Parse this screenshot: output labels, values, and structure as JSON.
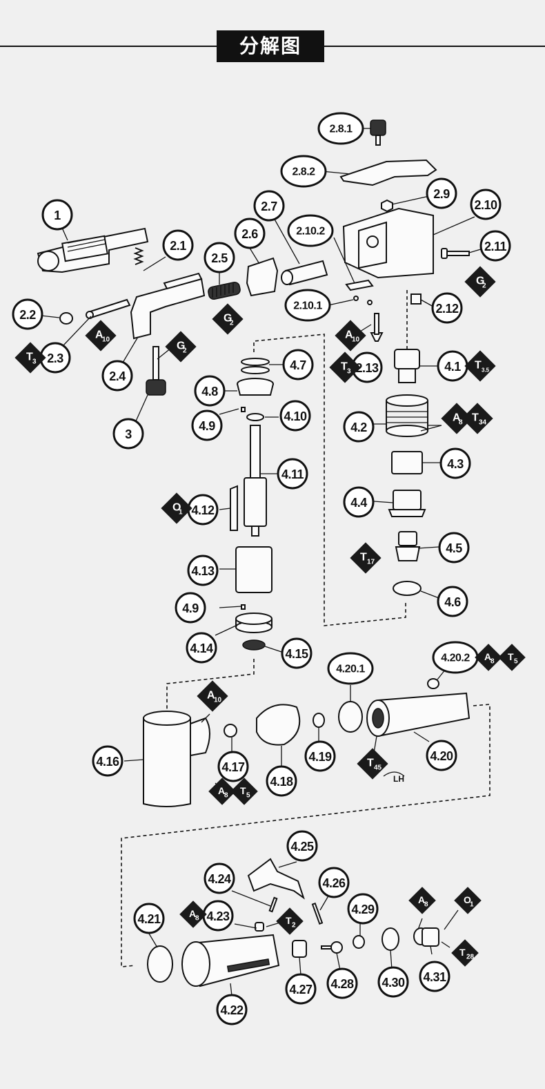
{
  "title": "分解图",
  "callouts": [
    {
      "id": "c-1",
      "label": "1"
    },
    {
      "id": "c-2_1",
      "label": "2.1"
    },
    {
      "id": "c-2_2",
      "label": "2.2"
    },
    {
      "id": "c-2_3",
      "label": "2.3"
    },
    {
      "id": "c-2_4",
      "label": "2.4"
    },
    {
      "id": "c-2_5",
      "label": "2.5"
    },
    {
      "id": "c-2_6",
      "label": "2.6"
    },
    {
      "id": "c-2_7",
      "label": "2.7"
    },
    {
      "id": "c-2_8_1",
      "label": "2.8.1"
    },
    {
      "id": "c-2_8_2",
      "label": "2.8.2"
    },
    {
      "id": "c-2_9",
      "label": "2.9"
    },
    {
      "id": "c-2_10",
      "label": "2.10"
    },
    {
      "id": "c-2_10_1",
      "label": "2.10.1"
    },
    {
      "id": "c-2_10_2",
      "label": "2.10.2"
    },
    {
      "id": "c-2_11",
      "label": "2.11"
    },
    {
      "id": "c-2_12",
      "label": "2.12"
    },
    {
      "id": "c-2_13",
      "label": "2.13"
    },
    {
      "id": "c-3",
      "label": "3"
    },
    {
      "id": "c-4_1",
      "label": "4.1"
    },
    {
      "id": "c-4_2",
      "label": "4.2"
    },
    {
      "id": "c-4_3",
      "label": "4.3"
    },
    {
      "id": "c-4_4",
      "label": "4.4"
    },
    {
      "id": "c-4_5",
      "label": "4.5"
    },
    {
      "id": "c-4_6",
      "label": "4.6"
    },
    {
      "id": "c-4_7",
      "label": "4.7"
    },
    {
      "id": "c-4_8",
      "label": "4.8"
    },
    {
      "id": "c-4_9a",
      "label": "4.9"
    },
    {
      "id": "c-4_9b",
      "label": "4.9"
    },
    {
      "id": "c-4_10",
      "label": "4.10"
    },
    {
      "id": "c-4_11",
      "label": "4.11"
    },
    {
      "id": "c-4_12",
      "label": "4.12"
    },
    {
      "id": "c-4_13",
      "label": "4.13"
    },
    {
      "id": "c-4_14",
      "label": "4.14"
    },
    {
      "id": "c-4_15",
      "label": "4.15"
    },
    {
      "id": "c-4_16",
      "label": "4.16"
    },
    {
      "id": "c-4_17",
      "label": "4.17"
    },
    {
      "id": "c-4_18",
      "label": "4.18"
    },
    {
      "id": "c-4_19",
      "label": "4.19"
    },
    {
      "id": "c-4_20",
      "label": "4.20"
    },
    {
      "id": "c-4_20_1",
      "label": "4.20.1"
    },
    {
      "id": "c-4_20_2",
      "label": "4.20.2"
    },
    {
      "id": "c-4_21",
      "label": "4.21"
    },
    {
      "id": "c-4_22",
      "label": "4.22"
    },
    {
      "id": "c-4_23",
      "label": "4.23"
    },
    {
      "id": "c-4_24",
      "label": "4.24"
    },
    {
      "id": "c-4_25",
      "label": "4.25"
    },
    {
      "id": "c-4_26",
      "label": "4.26"
    },
    {
      "id": "c-4_27",
      "label": "4.27"
    },
    {
      "id": "c-4_28",
      "label": "4.28"
    },
    {
      "id": "c-4_29",
      "label": "4.29"
    },
    {
      "id": "c-4_30",
      "label": "4.30"
    },
    {
      "id": "c-4_31",
      "label": "4.31"
    }
  ],
  "badges": [
    {
      "id": "b-G2-a",
      "letter": "G",
      "sub": "2"
    },
    {
      "id": "b-G2-b",
      "letter": "G",
      "sub": "2"
    },
    {
      "id": "b-G2-c",
      "letter": "G",
      "sub": "2"
    },
    {
      "id": "b-A10-a",
      "letter": "A",
      "sub": "10"
    },
    {
      "id": "b-A10-b",
      "letter": "A",
      "sub": "10"
    },
    {
      "id": "b-A10-c",
      "letter": "A",
      "sub": "10"
    },
    {
      "id": "b-T3-a",
      "letter": "T",
      "sub": "3"
    },
    {
      "id": "b-T3-b",
      "letter": "T",
      "sub": "3"
    },
    {
      "id": "b-T3_5",
      "letter": "T",
      "sub": "3.5"
    },
    {
      "id": "b-A8-a",
      "letter": "A",
      "sub": "8"
    },
    {
      "id": "b-T34",
      "letter": "T",
      "sub": "34"
    },
    {
      "id": "b-O1-a",
      "letter": "O",
      "sub": "1"
    },
    {
      "id": "b-T17",
      "letter": "T",
      "sub": "17"
    },
    {
      "id": "b-A8-b",
      "letter": "A",
      "sub": "8"
    },
    {
      "id": "b-T5-a",
      "letter": "T",
      "sub": "5"
    },
    {
      "id": "b-A8-c",
      "letter": "A",
      "sub": "8"
    },
    {
      "id": "b-T5-b",
      "letter": "T",
      "sub": "5"
    },
    {
      "id": "b-T45",
      "letter": "T",
      "sub": "45"
    },
    {
      "id": "b-A8-d",
      "letter": "A",
      "sub": "8"
    },
    {
      "id": "b-T2",
      "letter": "T",
      "sub": "2"
    },
    {
      "id": "b-A8-e",
      "letter": "A",
      "sub": "8"
    },
    {
      "id": "b-O1-b",
      "letter": "O",
      "sub": "1"
    },
    {
      "id": "b-T28",
      "letter": "T",
      "sub": "28"
    }
  ],
  "rotation_note": "LH"
}
